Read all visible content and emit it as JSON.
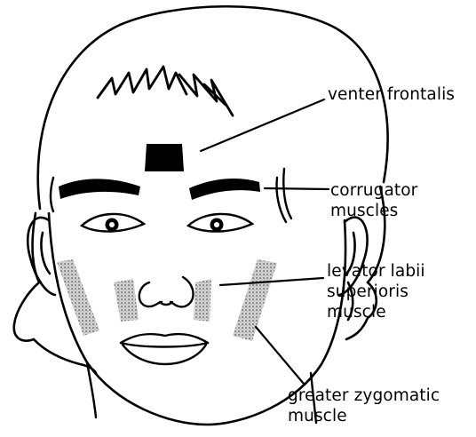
{
  "labels": {
    "frontalis": [
      "venter frontalis"
    ],
    "corrugator": [
      "corrugator",
      "muscles"
    ],
    "levator": [
      "levator labii",
      "superioris",
      "muscle"
    ],
    "zygomatic": [
      "greater zygomatic",
      "muscle"
    ]
  },
  "colors": {
    "ink": "#000000",
    "muscle_fill": "#b5b5b5",
    "background": "#ffffff"
  }
}
